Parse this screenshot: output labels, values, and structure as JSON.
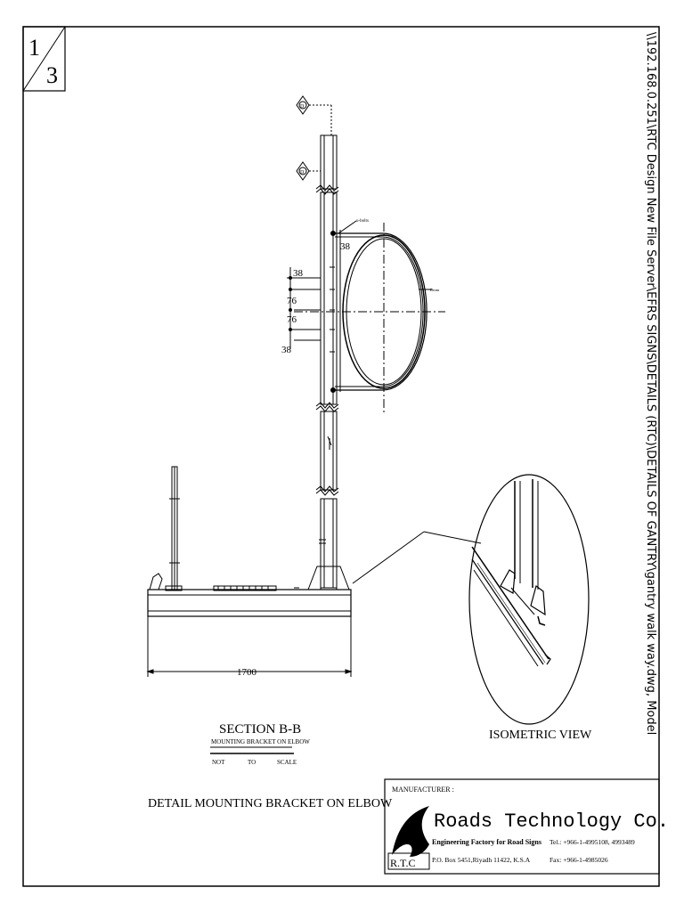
{
  "sheet": {
    "number": "1",
    "total": "3",
    "file_path": "\\\\192.168.0.251\\RTC Design New File Server\\EFRS SIGNS\\DETAILS (RTC)\\DETAILS OF GANTRY\\gantry walk way.dwg, Model"
  },
  "drawing": {
    "marker_label": "D",
    "ubolts_label": "u-bolts",
    "pipe_label": "Dmm",
    "dims": {
      "top_38": "38",
      "left_38_a": "38",
      "left_76_a": "76",
      "left_76_b": "76",
      "left_38_b": "38",
      "base_1700": "1700"
    }
  },
  "section": {
    "title": "SECTION  B-B",
    "subtitle": "MOUNTING BRACKET ON ELBOW",
    "scale_words": [
      "NOT",
      "TO",
      "SCALE"
    ]
  },
  "isometric_label": "ISOMETRIC VIEW",
  "detail_title": "DETAIL MOUNTING BRACKET ON ELBOW",
  "manufacturer": {
    "label": "MANUFACTURER :",
    "company": "Roads  Technology  Co.",
    "tagline": "Engineering Factory for Road Signs",
    "tel": "Tel.: +966-1-4995108, 4993489",
    "address": "P.O. Box 5451,Riyadh 11422, K.S.A",
    "fax": "Fax: +966-1-4985026",
    "logo_text": "R.T.C"
  }
}
